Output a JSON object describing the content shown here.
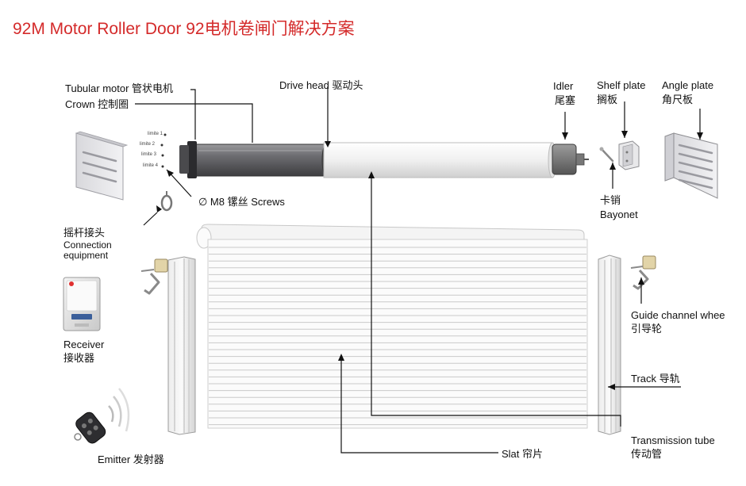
{
  "title": "92M  Motor Roller Door  92电机卷闸门解决方案",
  "labels": {
    "tubular_motor": "Tubular motor 管状电机",
    "crown": "Crown 控制圈",
    "drive_head": "Drive head 驱动头",
    "idler_en": "Idler",
    "idler_cn": "尾塞",
    "shelf_plate_en": "Shelf plate",
    "shelf_plate_cn": "搁板",
    "angle_plate_en": "Angle plate",
    "angle_plate_cn": "角尺板",
    "screws": "∅  M8 镙丝 Screws",
    "bayonet_cn": "卡销",
    "bayonet_en": "Bayonet",
    "connection_cn": "摇杆接头",
    "connection_en_1": "Connection",
    "connection_en_2": "equipment",
    "receiver_en": "Receiver",
    "receiver_cn": "接收器",
    "guide_wheel_en": "Guide channel whee",
    "guide_wheel_cn": "引导轮",
    "track": "Track 导轨",
    "transmission_en": "Transmission tube",
    "transmission_cn": "传动管",
    "slat": "Slat 帘片",
    "emitter": "Emitter 发射器"
  },
  "tiny_tags": [
    "limite 1",
    "limite 2",
    "limite 3",
    "limite 4"
  ],
  "colors": {
    "title": "#d42a2a",
    "motor_body": "#6f6f72",
    "tube": "#f2f2f2",
    "bracket": "#e6e6ea",
    "receiver_led": "#e03030"
  }
}
